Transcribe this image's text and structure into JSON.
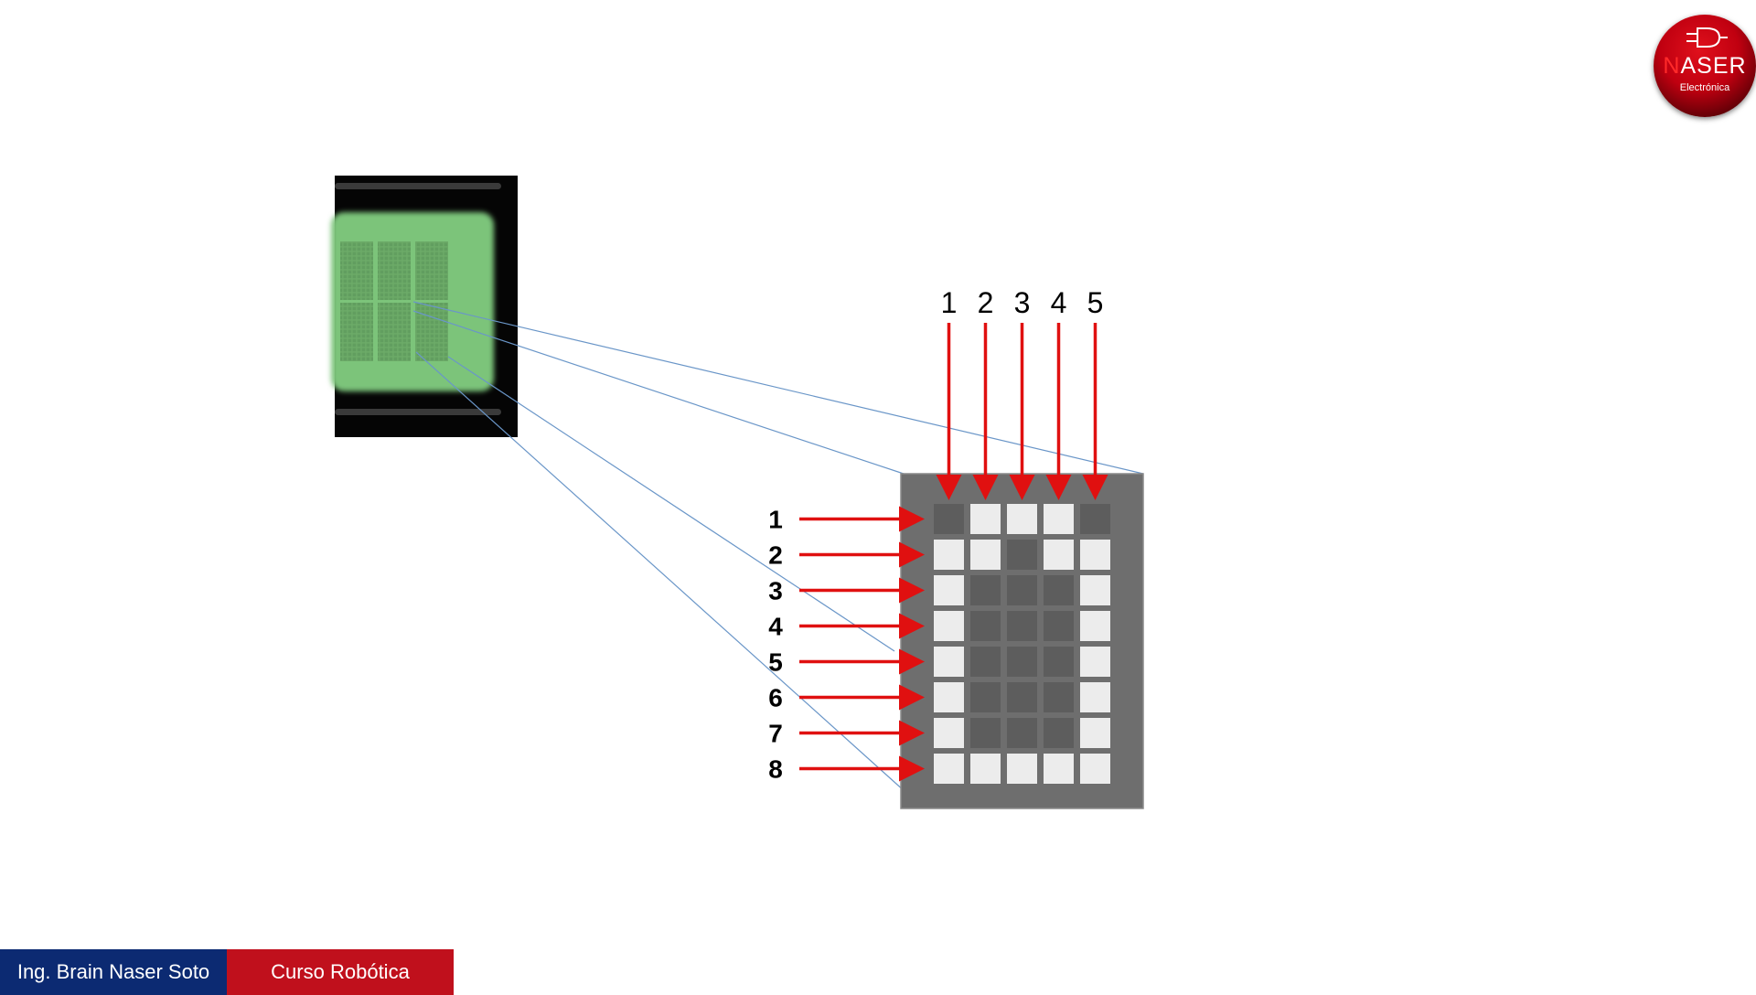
{
  "branding": {
    "logo_name": "ASER",
    "logo_name_initial": "N",
    "logo_subtitle": "Electrónica"
  },
  "footer": {
    "author": "Ing. Brain Naser Soto",
    "course": "Curso Robótica"
  },
  "diagram": {
    "column_labels": [
      "1",
      "2",
      "3",
      "4",
      "5"
    ],
    "row_labels": [
      "1",
      "2",
      "3",
      "4",
      "5",
      "6",
      "7",
      "8"
    ],
    "pixel_matrix": [
      [
        0,
        1,
        1,
        1,
        0
      ],
      [
        1,
        1,
        0,
        1,
        1
      ],
      [
        1,
        0,
        0,
        0,
        1
      ],
      [
        1,
        0,
        0,
        0,
        1
      ],
      [
        1,
        0,
        0,
        0,
        1
      ],
      [
        1,
        0,
        0,
        0,
        1
      ],
      [
        1,
        0,
        0,
        0,
        1
      ],
      [
        1,
        1,
        1,
        1,
        1
      ]
    ],
    "colors": {
      "pixel_on": "#ececec",
      "pixel_off": "#5d5d5d",
      "panel": "#6e6e6e",
      "arrow": "#e01010",
      "zoom_line": "#6a96c8",
      "lcd_green": "#7cc47a"
    }
  }
}
